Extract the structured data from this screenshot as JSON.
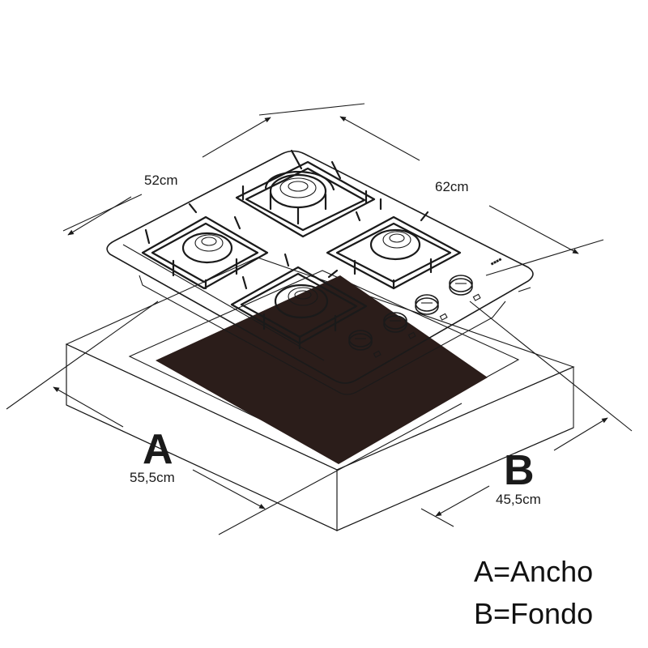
{
  "dimensions": {
    "hob_depth": "52cm",
    "hob_width": "62cm",
    "cutout_width_letter": "A",
    "cutout_width_value": "55,5cm",
    "cutout_depth_letter": "B",
    "cutout_depth_value": "45,5cm"
  },
  "legend": {
    "line_a": "A=Ancho",
    "line_b": "B=Fondo"
  },
  "colors": {
    "line": "#1a1a1a",
    "cutout_fill": "#2b1d1a",
    "background": "#ffffff"
  }
}
